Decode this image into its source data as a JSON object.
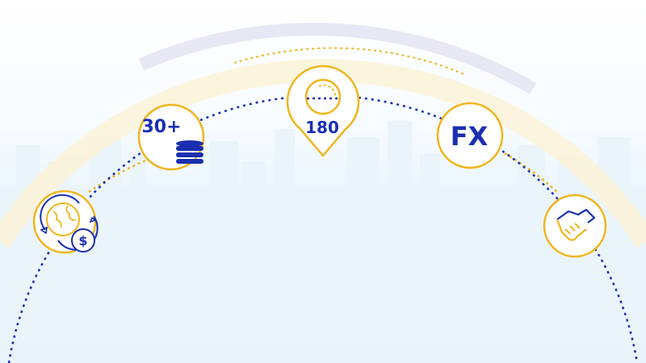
{
  "colors": {
    "navy": "#1a2fb0",
    "gold": "#f0b51c",
    "lavender": "#e6e8f4",
    "skyline": "#eaf4fb"
  },
  "nodes": [
    {
      "id": "global-payments",
      "icon": "globe-dollar-icon"
    },
    {
      "id": "currencies",
      "label": "30+",
      "icon": "database-icon"
    },
    {
      "id": "countries",
      "label": "180",
      "icon": "map-pin-icon"
    },
    {
      "id": "fx",
      "label": "FX",
      "icon": "fx-icon"
    },
    {
      "id": "partnership",
      "icon": "handshake-icon"
    }
  ]
}
